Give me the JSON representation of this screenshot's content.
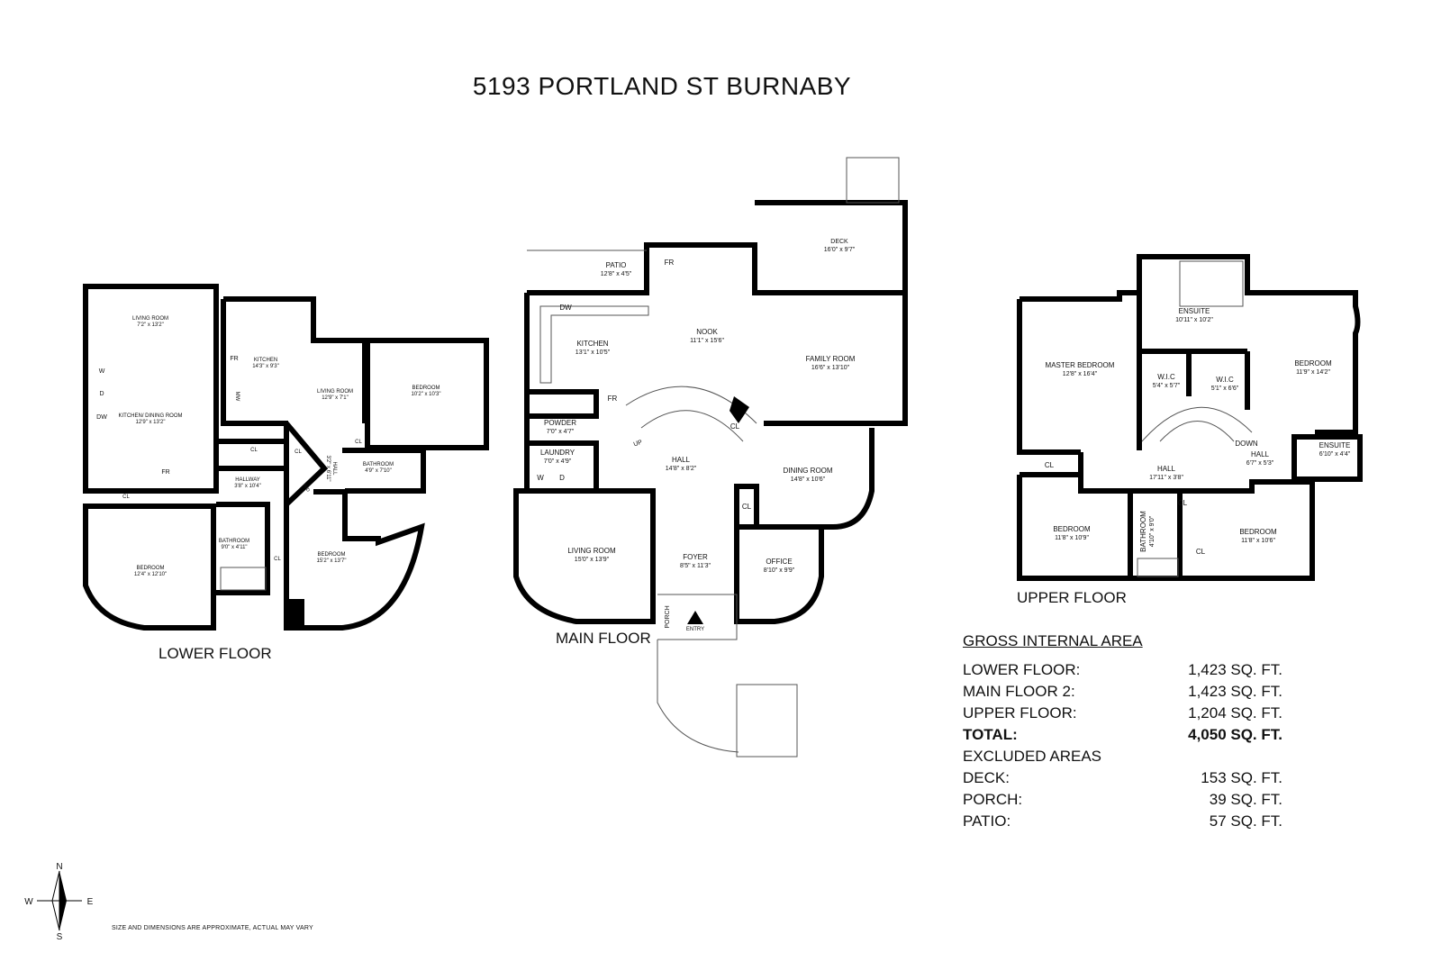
{
  "title": "5193 PORTLAND ST BURNABY",
  "floors": {
    "lower": {
      "label": "LOWER FLOOR",
      "rooms": [
        {
          "name": "LIVING ROOM",
          "dim": "7'2\" x 13'2\""
        },
        {
          "name": "KITCHEN/ DINING ROOM",
          "dim": "12'9\" x 13'2\""
        },
        {
          "name": "BEDROOM",
          "dim": "12'4\" x 12'10\""
        },
        {
          "name": "KITCHEN",
          "dim": "14'3\" x 9'3\""
        },
        {
          "name": "LIVING ROOM",
          "dim": "12'9\" x 7'1\""
        },
        {
          "name": "BEDROOM",
          "dim": "10'2\" x 10'3\""
        },
        {
          "name": "HALLWAY",
          "dim": "3'8\" x 10'4\""
        },
        {
          "name": "BATHROOM",
          "dim": "9'0\" x 4'11\""
        },
        {
          "name": "BATHROOM",
          "dim": "4'9\" x 7'10\""
        },
        {
          "name": "BEDROOM",
          "dim": "15'2\" x 13'7\""
        },
        {
          "name": "HALL",
          "dim": "3'2\" x 6'11\""
        }
      ],
      "marks": [
        "W",
        "D",
        "DW",
        "FR",
        "CL",
        "CL",
        "CL",
        "CL",
        "CL",
        "FR",
        "MW",
        "W/D"
      ]
    },
    "main": {
      "label": "MAIN FLOOR",
      "rooms": [
        {
          "name": "DECK",
          "dim": "16'0\" x 9'7\""
        },
        {
          "name": "PATIO",
          "dim": "12'8\" x 4'5\""
        },
        {
          "name": "NOOK",
          "dim": "11'1\" x 15'6\""
        },
        {
          "name": "KITCHEN",
          "dim": "13'1\" x 10'5\""
        },
        {
          "name": "FAMILY ROOM",
          "dim": "16'6\" x 13'10\""
        },
        {
          "name": "POWDER",
          "dim": "7'0\" x 4'7\""
        },
        {
          "name": "LAUNDRY",
          "dim": "7'0\" x 4'9\""
        },
        {
          "name": "HALL",
          "dim": "14'8\" x 8'2\""
        },
        {
          "name": "DINING ROOM",
          "dim": "14'8\" x 10'6\""
        },
        {
          "name": "LIVING ROOM",
          "dim": "15'0\" x 13'9\""
        },
        {
          "name": "FOYER",
          "dim": "8'5\" x 11'3\""
        },
        {
          "name": "OFFICE",
          "dim": "8'10\" x 9'9\""
        }
      ],
      "marks": [
        "FR",
        "DW",
        "FR",
        "CL",
        "CL",
        "UP",
        "W",
        "D",
        "PORCH",
        "ENTRY"
      ]
    },
    "upper": {
      "label": "UPPER FLOOR",
      "rooms": [
        {
          "name": "ENSUITE",
          "dim": "10'11\" x 10'2\""
        },
        {
          "name": "MASTER BEDROOM",
          "dim": "12'8\" x 16'4\""
        },
        {
          "name": "BEDROOM",
          "dim": "11'9\" x 14'2\""
        },
        {
          "name": "W.I.C",
          "dim": "5'4\" x 5'7\""
        },
        {
          "name": "W.I.C",
          "dim": "5'1\" x 6'6\""
        },
        {
          "name": "HALL",
          "dim": "17'11\" x 3'8\""
        },
        {
          "name": "HALL",
          "dim": "6'7\" x 5'3\""
        },
        {
          "name": "ENSUITE",
          "dim": "6'10\" x 4'4\""
        },
        {
          "name": "BEDROOM",
          "dim": "11'8\" x 10'9\""
        },
        {
          "name": "BATHROOM",
          "dim": "4'10\" x 9'0\""
        },
        {
          "name": "BEDROOM",
          "dim": "11'8\" x 10'6\""
        }
      ],
      "marks": [
        "CL",
        "CL",
        "CL",
        "DOWN"
      ]
    }
  },
  "area": {
    "heading": "GROSS INTERNAL AREA",
    "rows": [
      {
        "label": "LOWER FLOOR:",
        "value": "1,423 SQ. FT.",
        "bold": false
      },
      {
        "label": "MAIN FLOOR 2:",
        "value": "1,423 SQ. FT.",
        "bold": false
      },
      {
        "label": "UPPER FLOOR:",
        "value": "1,204 SQ. FT.",
        "bold": false
      },
      {
        "label": "TOTAL:",
        "value": "4,050 SQ. FT.",
        "bold": true
      }
    ],
    "excluded_heading": "EXCLUDED AREAS",
    "excluded": [
      {
        "label": "DECK:",
        "value": "153 SQ. FT."
      },
      {
        "label": "PORCH:",
        "value": "39 SQ. FT."
      },
      {
        "label": "PATIO:",
        "value": "57 SQ. FT."
      }
    ]
  },
  "compass": {
    "n": "N",
    "s": "S",
    "e": "E",
    "w": "W",
    "icon": "compass-rose-icon"
  },
  "disclaimer": "SIZE AND DIMENSIONS ARE APPROXIMATE, ACTUAL MAY VARY",
  "colors": {
    "wall": "#000000",
    "background": "#ffffff",
    "detail": "#555555"
  }
}
